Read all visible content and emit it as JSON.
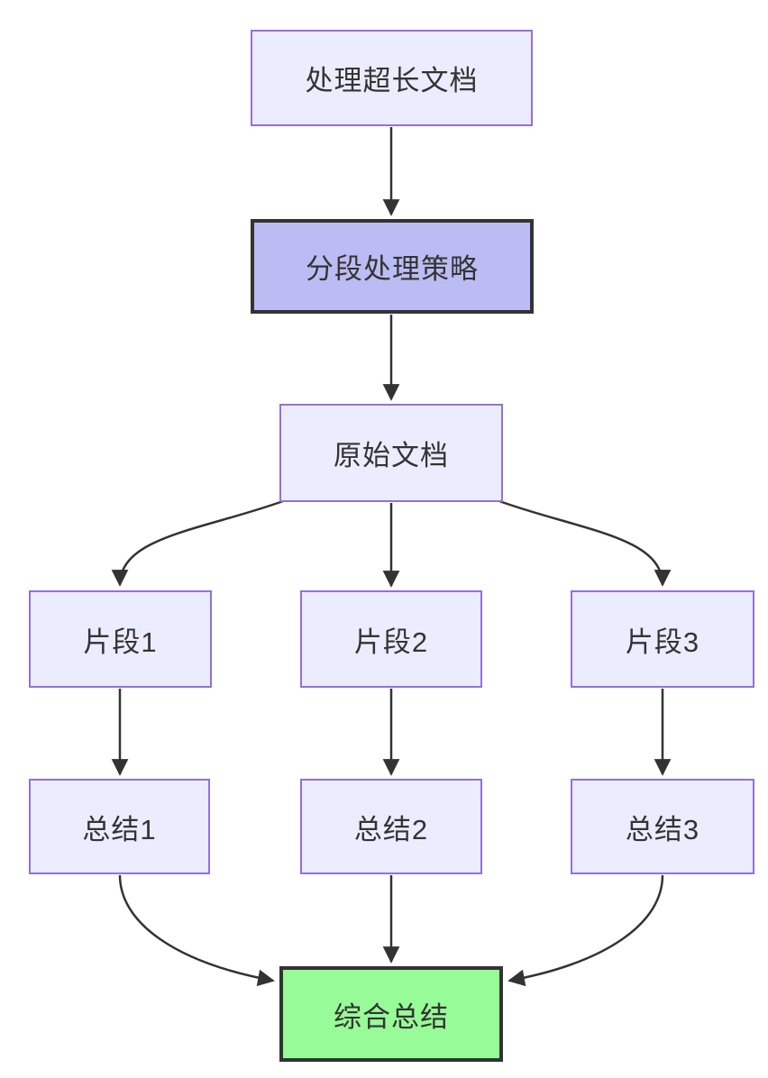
{
  "diagram": {
    "type": "flowchart",
    "direction": "top-down",
    "nodes": {
      "process_long_doc": {
        "label": "处理超长文档",
        "role": "default"
      },
      "segment_strategy": {
        "label": "分段处理策略",
        "role": "highlight"
      },
      "original_doc": {
        "label": "原始文档",
        "role": "default"
      },
      "fragment_1": {
        "label": "片段1",
        "role": "default"
      },
      "fragment_2": {
        "label": "片段2",
        "role": "default"
      },
      "fragment_3": {
        "label": "片段3",
        "role": "default"
      },
      "summary_1": {
        "label": "总结1",
        "role": "default"
      },
      "summary_2": {
        "label": "总结2",
        "role": "default"
      },
      "summary_3": {
        "label": "总结3",
        "role": "default"
      },
      "combined_summary": {
        "label": "综合总结",
        "role": "success"
      }
    },
    "edges": [
      {
        "from": "process_long_doc",
        "to": "segment_strategy"
      },
      {
        "from": "segment_strategy",
        "to": "original_doc"
      },
      {
        "from": "original_doc",
        "to": "fragment_1"
      },
      {
        "from": "original_doc",
        "to": "fragment_2"
      },
      {
        "from": "original_doc",
        "to": "fragment_3"
      },
      {
        "from": "fragment_1",
        "to": "summary_1"
      },
      {
        "from": "fragment_2",
        "to": "summary_2"
      },
      {
        "from": "fragment_3",
        "to": "summary_3"
      },
      {
        "from": "summary_1",
        "to": "combined_summary"
      },
      {
        "from": "summary_2",
        "to": "combined_summary"
      },
      {
        "from": "summary_3",
        "to": "combined_summary"
      }
    ],
    "colors": {
      "node_fill": "#ECECFF",
      "node_border": "#9370DB",
      "highlight_fill": "#BCBCF4",
      "highlight_border": "#333333",
      "success_fill": "#97FB97",
      "success_border": "#333333",
      "edge": "#333333",
      "text": "#333333",
      "background": "#FFFFFF"
    }
  }
}
